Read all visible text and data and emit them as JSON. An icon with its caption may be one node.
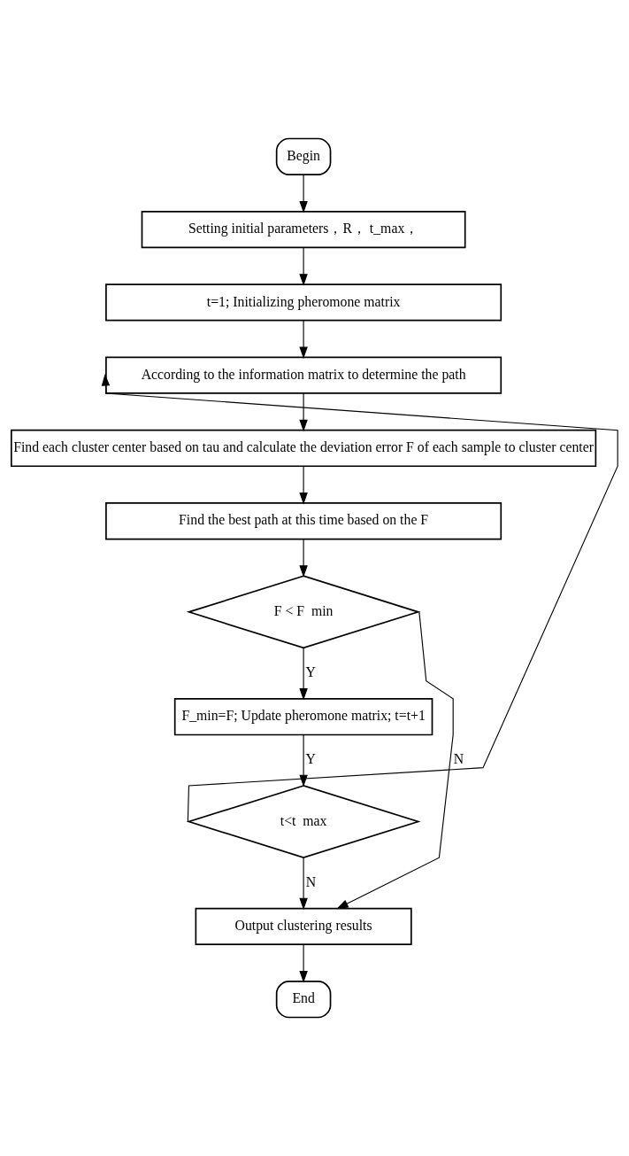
{
  "diagram": {
    "nodes": [
      {
        "text": [
          "Begin"
        ]
      },
      {
        "text": [
          "Setting initial parameters，R， t_max，"
        ]
      },
      {
        "text": [
          "t=1; Initializing pheromone matrix"
        ]
      },
      {
        "text": [
          "According to the information matrix to determine the path"
        ]
      },
      {
        "text": [
          "Find each cluster center based on tau and calculate the deviation error F of each sample to cluster center"
        ]
      },
      {
        "text": [
          "Find the best path at this time based on the F"
        ]
      },
      {
        "text": [
          "F < F  min"
        ]
      },
      {
        "text": [
          "F_min=F; Update pheromone matrix; t=t+1"
        ]
      },
      {
        "text": [
          "t<t  max"
        ]
      },
      {
        "text": [
          "Output clustering results"
        ]
      },
      {
        "text": [
          "End"
        ]
      }
    ],
    "edges": [
      {
        "from": 0,
        "to": 1,
        "arrow": "to"
      },
      {
        "from": 1,
        "to": 2,
        "arrow": "to"
      },
      {
        "from": 2,
        "to": 3,
        "arrow": "to"
      },
      {
        "from": 3,
        "to": 4,
        "arrow": "to"
      },
      {
        "from": 4,
        "to": 5,
        "arrow": "to"
      },
      {
        "from": 5,
        "to": 6,
        "arrow": "to"
      },
      {
        "from": 6,
        "to": 7,
        "arrow": "to",
        "label": "Y"
      },
      {
        "from": 7,
        "to": 8,
        "arrow": "to",
        "label": "Y"
      },
      {
        "from": 8,
        "to": 3,
        "arrow": "to"
      },
      {
        "from": 6,
        "to": 9,
        "arrow": "to",
        "label": "N"
      },
      {
        "from": 8,
        "to": 9,
        "arrow": "to",
        "label": "N"
      },
      {
        "from": 9,
        "to": 10,
        "arrow": "to"
      }
    ]
  }
}
